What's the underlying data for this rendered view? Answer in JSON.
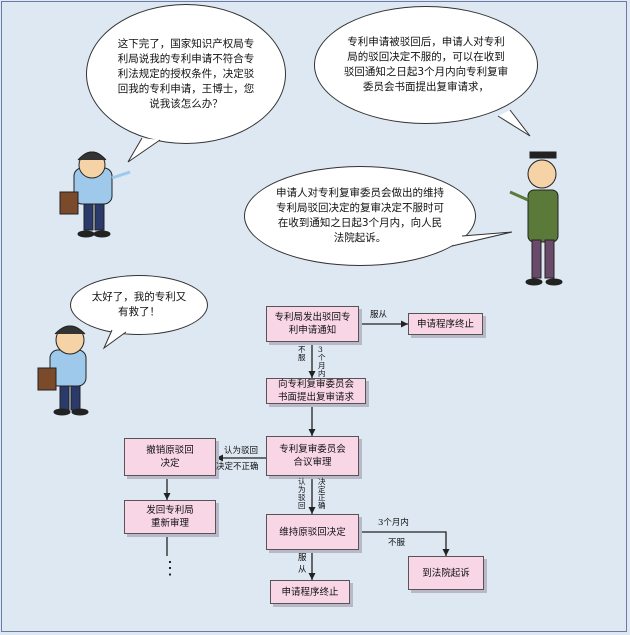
{
  "bubbles": {
    "inventor_question": "这下完了，国家知识产权局专利局说我的专利申请不符合专利法规定的授权条件，决定驳回我的专利申请，王博士，您说我该怎么办？",
    "doctor_answer_1": "专利申请被驳回后，申请人对专利局的驳回决定不服的，可以在收到驳回通知之日起3个月内向专利复审委员会书面提出复审请求，",
    "doctor_answer_2": "申请人对专利复审委员会做出的维持专利局驳回决定的复审决定不服时可在收到通知之日起3个月内，向人民法院起诉。",
    "inventor_relief": "太好了，我的专利又有救了！"
  },
  "flow": {
    "notice": "专利局发出驳回专利申请通知",
    "terminate_top": "申请程序终止",
    "request_review": "向专利复审委员会书面提出复审请求",
    "board_review": "专利复审委员会合议审理",
    "revoke": "撤销原驳回决定",
    "reexamine": "发回专利局重新审理",
    "maintain": "维持原驳回决定",
    "terminate_bottom": "申请程序终止",
    "court": "到法院起诉",
    "continuation": "⋮"
  },
  "edge_labels": {
    "accept_top": "服从",
    "not_accept": "不服",
    "within_3_months": "3个月内",
    "wrong_decision_a": "认为驳回",
    "wrong_decision_b": "决定不正确",
    "think_rejection": "认为驳回",
    "decision_correct": "决定正确",
    "accept_bottom": "服从",
    "three_months_bottom": "3个月内",
    "not_accept_bottom": "不服"
  },
  "colors": {
    "background": "#dde8f3",
    "box_fill": "#f8d6e6",
    "box_border": "#555555"
  }
}
